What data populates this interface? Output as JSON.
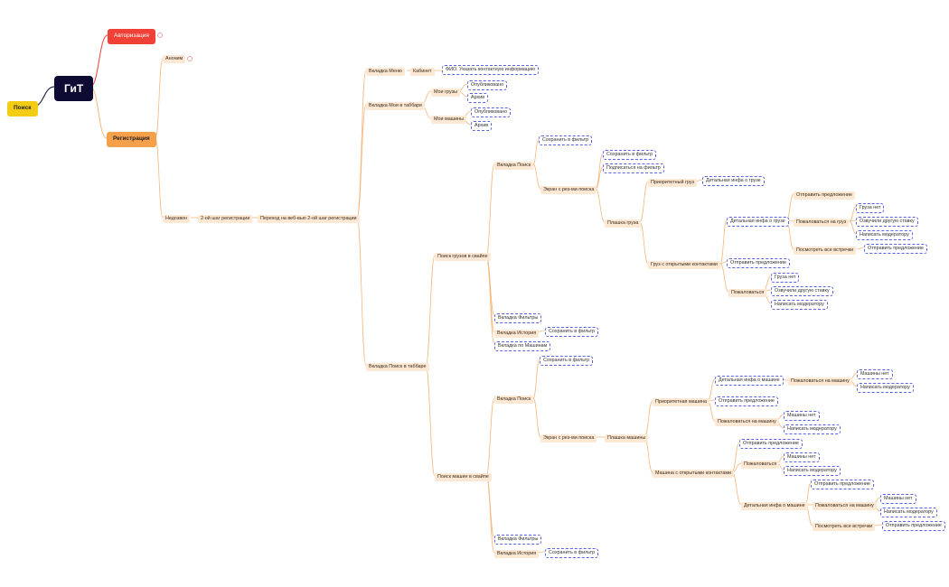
{
  "colors": {
    "edge": "#f5b77e",
    "auth_edge": "#ef4136",
    "dash_border": "#5b62e0",
    "root_bg": "#0d0b33"
  },
  "labels": {
    "root": "ГиТ",
    "search": "Поиск",
    "auth": "Авторизация",
    "reg": "Регистрация",
    "anonim": "Аноним",
    "nedoz": "Недозвон",
    "step2": "2-ой шаг регистрации",
    "step2web": "Переход на веб-вью 2-ой шаг регистрации",
    "menu_tab": "Вкладка Меню",
    "cabinet": "Кабинет",
    "fio": "ФИО. Указать контактную информацию",
    "mine_tab": "Вкладка Мои в таббаре",
    "my_cargo": "Мои грузы",
    "pub1": "Опубликовано",
    "arch1": "Архив",
    "my_trucks": "Мои машины",
    "pub2": "Опубликовано",
    "arch2": "Архив",
    "search_tab": "Вкладка Поиск в таббаре",
    "cargo_swipe": "Поиск грузов в свайпе",
    "tab_search1": "Вкладка Поиск",
    "save_filter1": "Сохранить в фильтр",
    "results1": "Экран с рез-ми поиска",
    "save_filter2": "Сохранить в фильтр",
    "subscribe": "Подписаться на фильтр",
    "cargo_card": "Плашка груза",
    "prio_cargo": "Приоритетный груз",
    "detail_cargo1": "Детальная инфа о грузе",
    "open_cargo": "Груз с открытыми контактами",
    "detail_cargo2": "Детальная инфа о грузе",
    "send_offer1": "Отправить предложение",
    "complain_cargo": "Пожаловаться на груз",
    "no_cargo1": "Груза нет",
    "voiced_rate1": "Озвучили другую ставку",
    "write_mod1": "Написать модератору",
    "see_all1": "Посмотреть все встречки",
    "send_offer2": "Отправить предложение",
    "send_offer3": "Отправить предложение",
    "complain1": "Пожаловаться",
    "no_cargo2": "Груза нет",
    "voiced_rate2": "Озвучили другую ставку",
    "write_mod2": "Написать модератору",
    "filters_tab1": "Вкладка Фильтры",
    "history_tab1": "Вкладка История",
    "save_filter3": "Сохранить в фильтр",
    "trucks_tab": "Вкладка по Машинам",
    "truck_swipe": "Поиск машин в свайпе",
    "tab_search2": "Вкладка Поиск",
    "save_filter4": "Сохранить в фильтр",
    "results2": "Экран с рез-ми поиска",
    "truck_card": "Плашка машины",
    "prio_truck": "Приоритетная машина",
    "detail_truck1": "Детальная инфа о машине",
    "complain_truck1": "Пожаловаться на машину",
    "no_truck1": "Машины нет",
    "write_mod3": "Написать модератору",
    "send_offer4": "Отправить предложение",
    "complain_truck2": "Пожаловаться на машину",
    "no_truck2": "Машины нет",
    "write_mod4": "Написать модератору",
    "open_truck": "Машина с открытыми контактами",
    "send_offer5": "Отправить предложение",
    "complain2": "Пожаловаться",
    "no_truck3": "Машины нет",
    "write_mod5": "Написать модератору",
    "detail_truck2": "Детальная инфа о машине",
    "send_offer6": "Отправить предложение",
    "complain_truck3": "Пожаловаться на машину",
    "no_truck4": "Машины нет",
    "write_mod6": "Написать модератору",
    "see_all2": "Посмотреть все встречки",
    "send_offer7": "Отправить предложение",
    "filters_tab2": "Вкладка Фильтры",
    "history_tab2": "Вкладка История",
    "save_filter5": "Сохранить в фильтр"
  }
}
